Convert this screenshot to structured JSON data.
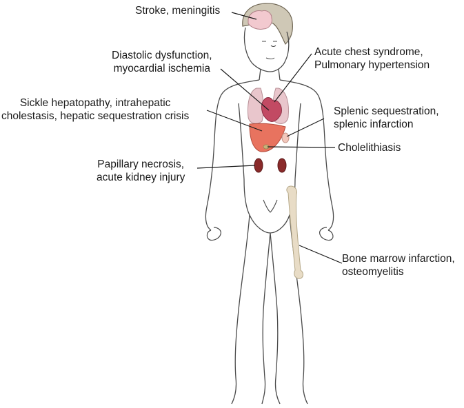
{
  "labels": {
    "stroke": {
      "line1": "Stroke, meningitis"
    },
    "diastolic": {
      "line1": "Diastolic dysfunction,",
      "line2": "myocardial ischemia"
    },
    "acs": {
      "line1": "Acute chest syndrome,",
      "line2": "Pulmonary hypertension"
    },
    "sickle_hep": {
      "line1": "Sickle hepatopathy, intrahepatic",
      "line2": "cholestasis, hepatic sequestration crisis"
    },
    "splenic": {
      "line1": "Splenic sequestration,",
      "line2": "splenic infarction"
    },
    "chole": {
      "line1": "Cholelithiasis"
    },
    "papillary": {
      "line1": "Papillary necrosis,",
      "line2": "acute kidney injury"
    },
    "bone": {
      "line1": "Bone marrow infarction,",
      "line2": "osteomyelitis"
    }
  },
  "colors": {
    "outline": "#4a4a4a",
    "leader": "#1a1a1a",
    "hair": "#8a7f6a",
    "brain": "#f2c9cf",
    "lungs": "#e9c6cc",
    "heart": "#c24a63",
    "liver": "#e8735f",
    "spleen": "#f2c7bb",
    "kidney": "#8a2a2a",
    "bone": "#e8dcc6"
  }
}
